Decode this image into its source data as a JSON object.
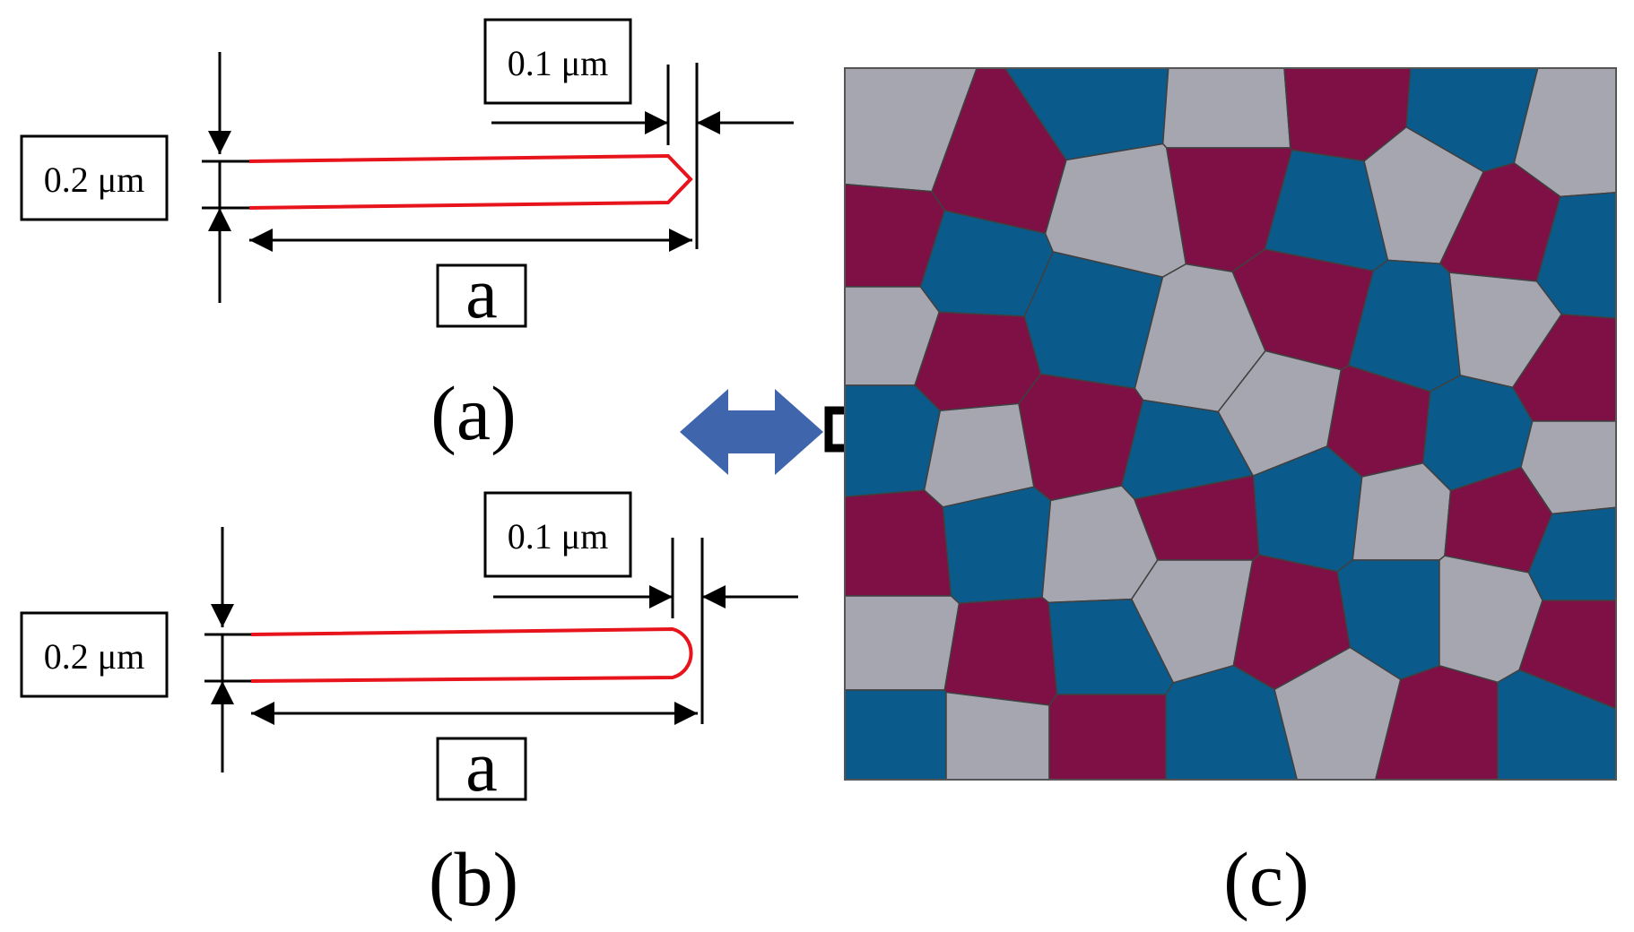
{
  "panel_a": {
    "width_label": "0.2 μm",
    "tip_label": "0.1 μm",
    "length_label": "a",
    "caption": "(a)",
    "tip_shape": "v-notch"
  },
  "panel_b": {
    "width_label": "0.2 μm",
    "tip_label": "0.1 μm",
    "length_label": "a",
    "caption": "(b)",
    "tip_shape": "rounded"
  },
  "panel_c": {
    "caption": "(c)"
  },
  "colors": {
    "crack_outline": "#e8141c",
    "double_arrow": "#3f65ad",
    "grain_boundary": "#404040",
    "grain_palette": [
      "#c4a27c",
      "#d1ad09",
      "#5f6d7b",
      "#a6a6b0",
      "#9eaea8",
      "#a3a1c4",
      "#a5a363",
      "#afbca3",
      "#9ab9c6",
      "#7b3d77",
      "#7e1045",
      "#0b2f57",
      "#6053ad",
      "#cd8270",
      "#d6cfa3",
      "#3b358a",
      "#a73838",
      "#0a5b8c",
      "#d2ccca",
      "#787263",
      "#b68e60"
    ]
  }
}
